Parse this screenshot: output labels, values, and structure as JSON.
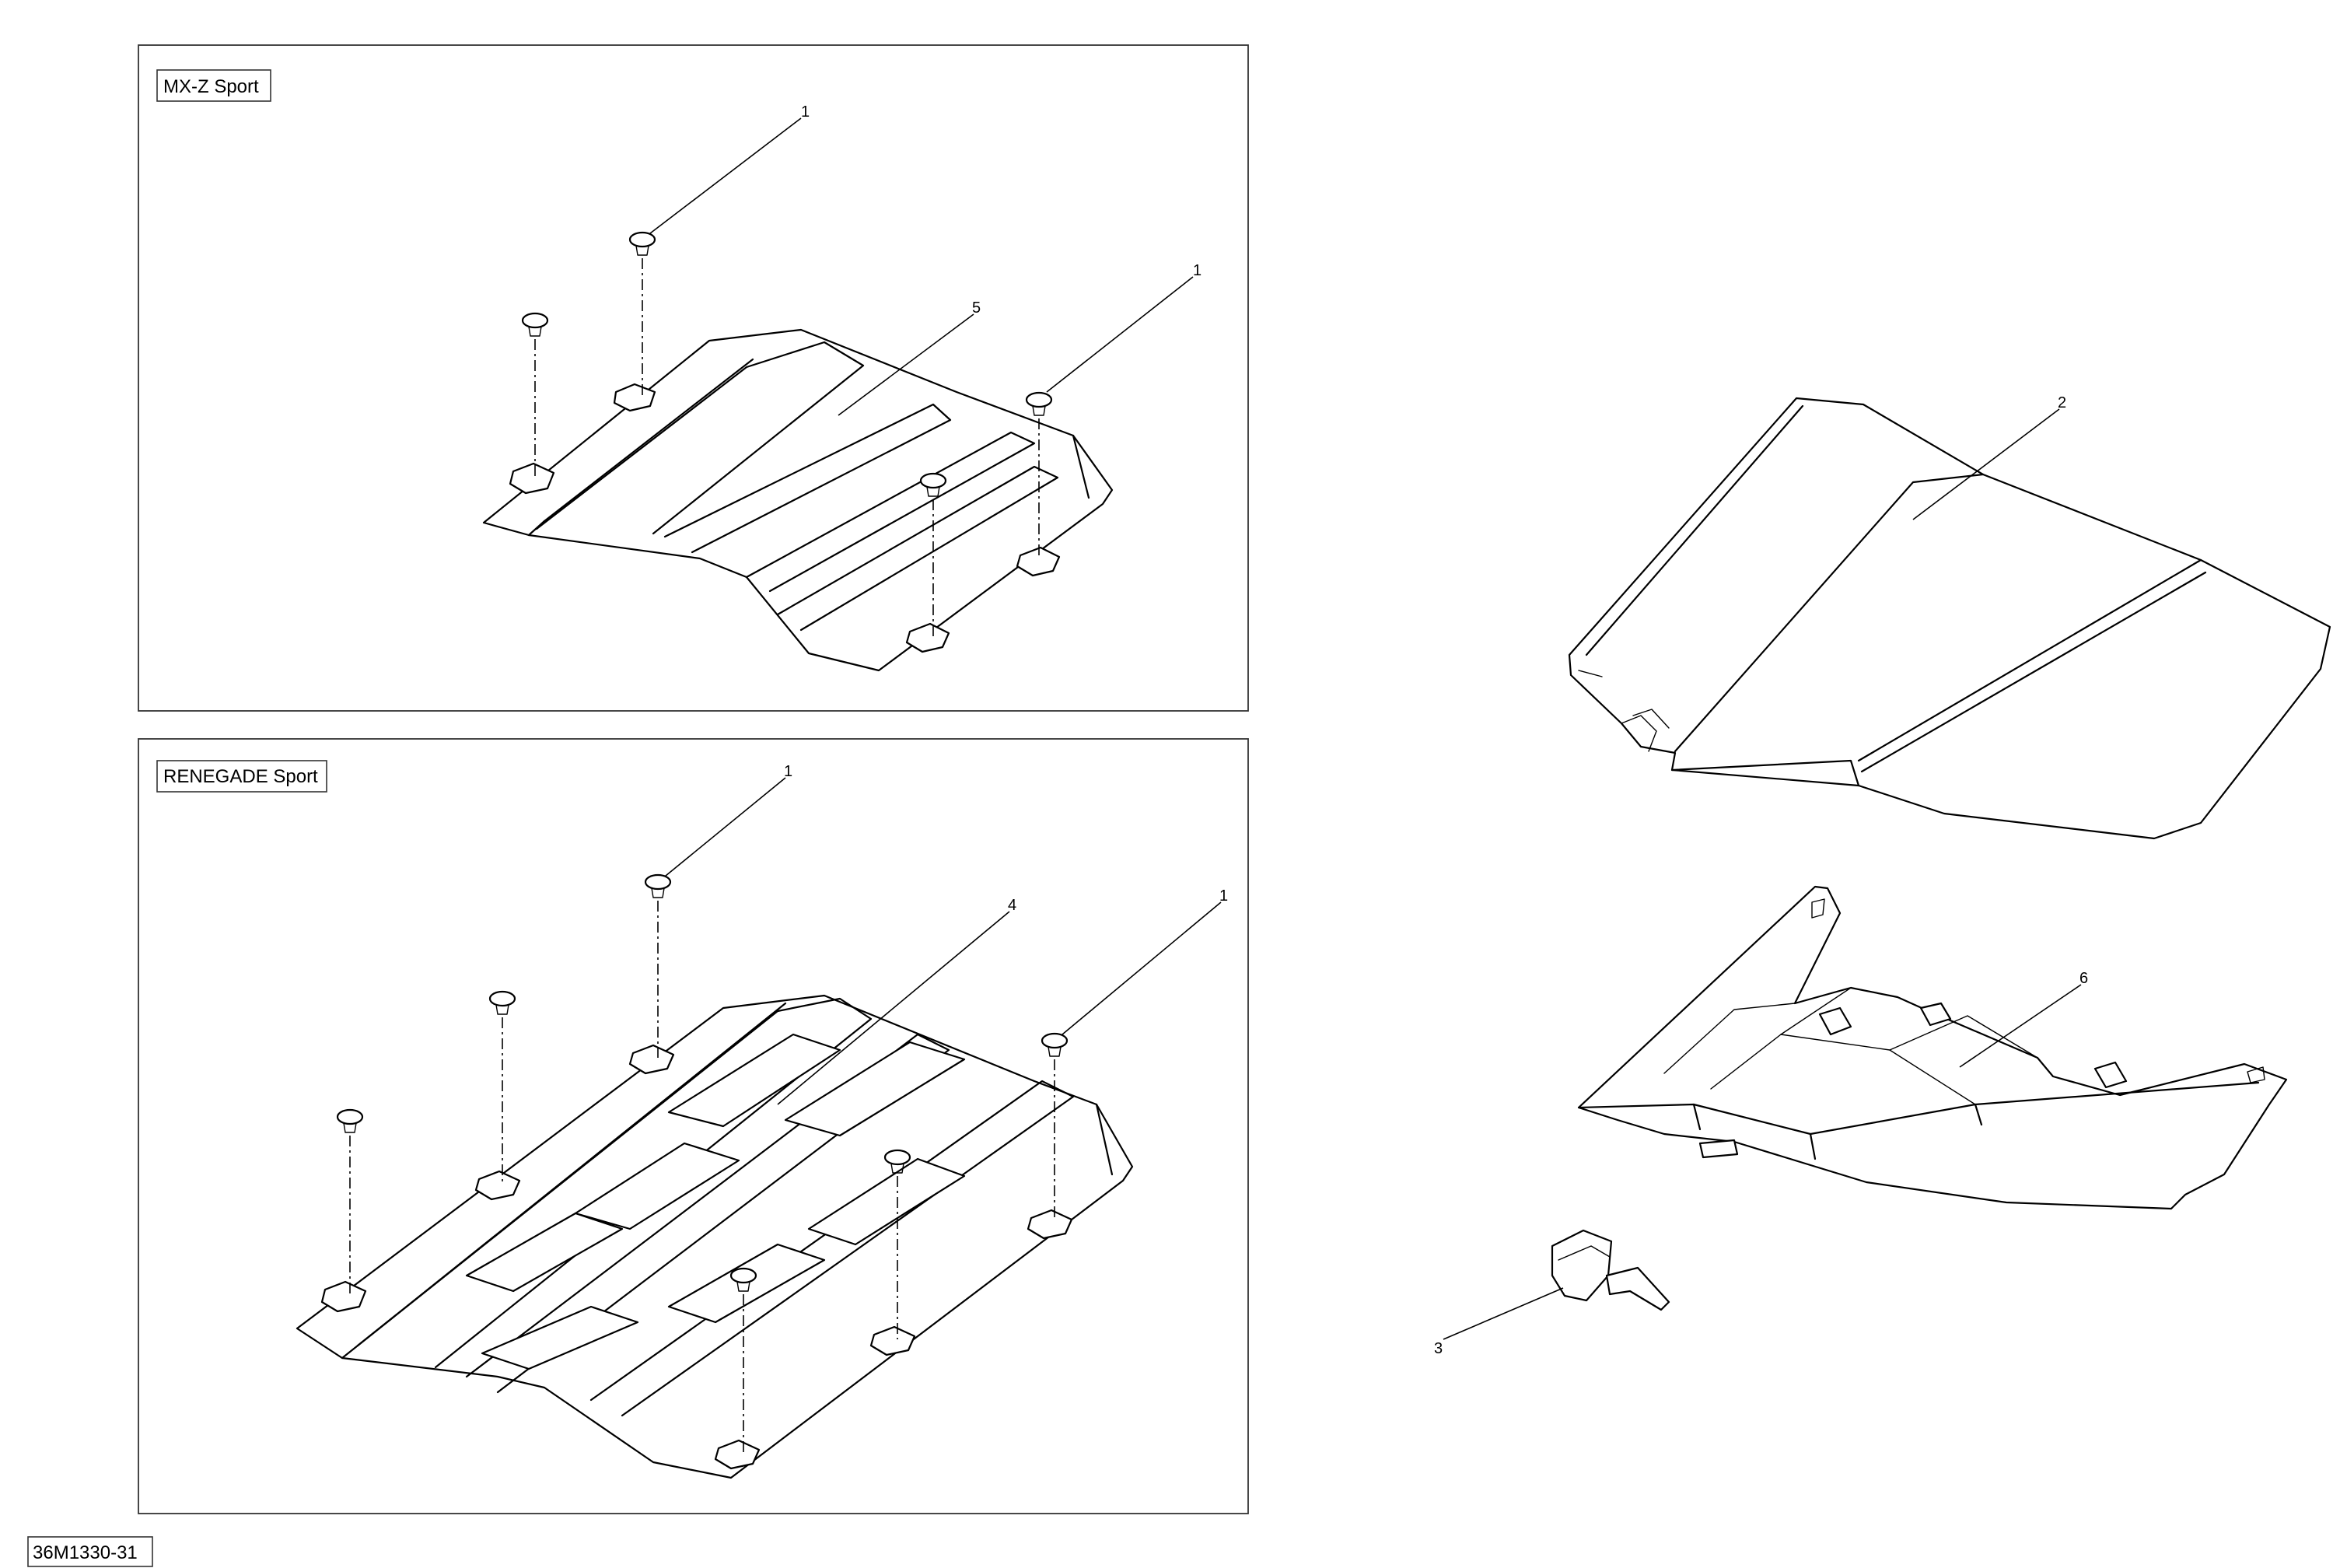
{
  "panels": {
    "mxz": {
      "label": "MX-Z Sport"
    },
    "renegade": {
      "label": "RENEGADE Sport"
    }
  },
  "callouts": {
    "mxz_fastener_a": "1",
    "mxz_fastener_b": "1",
    "mxz_plate": "5",
    "renegade_fastener_a": "1",
    "renegade_fastener_b": "1",
    "renegade_plate": "4",
    "windshield": "2",
    "console": "6",
    "mirror": "3"
  },
  "drawing_id": "36M1330-31"
}
